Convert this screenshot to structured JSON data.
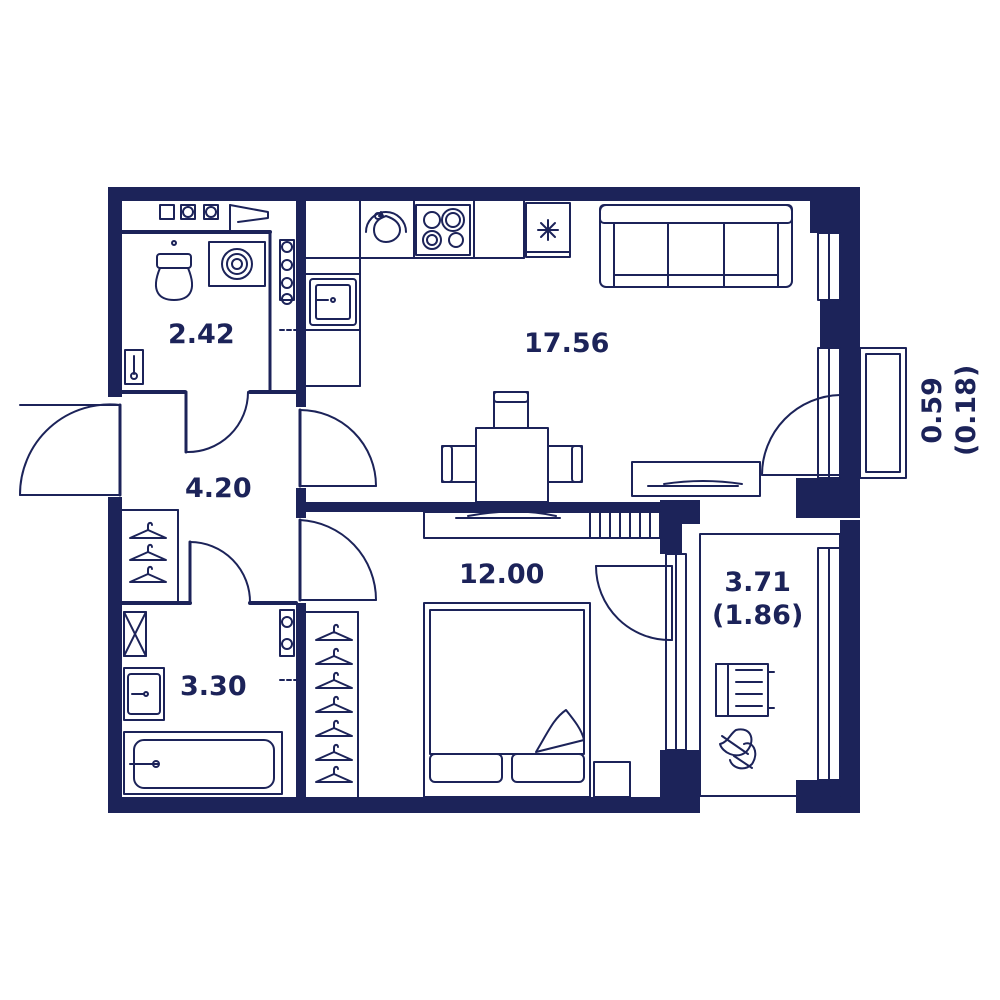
{
  "colors": {
    "wall": "#1c2359",
    "line": "#1c2359",
    "background": "#ffffff"
  },
  "rooms": [
    {
      "id": "toilet",
      "area": "2.42"
    },
    {
      "id": "kitchen-living",
      "area": "17.56"
    },
    {
      "id": "hallway",
      "area": "4.20"
    },
    {
      "id": "bedroom",
      "area": "12.00"
    },
    {
      "id": "bathroom",
      "area": "3.30"
    },
    {
      "id": "loggia",
      "area": "3.71",
      "reduced_area": "(1.86)"
    },
    {
      "id": "balcony",
      "area": "0.59",
      "reduced_area": "(0.18)"
    }
  ],
  "icons": [
    "toilet-icon",
    "washing-machine-icon",
    "water-heater-icon",
    "sink-icon",
    "stove-icon",
    "fridge-icon",
    "sofa-icon",
    "dining-table-icon",
    "chair-icon",
    "tv-stand-icon",
    "bed-icon",
    "radiator-icon",
    "hanger-icon",
    "bathtub-icon",
    "lounge-chair-icon",
    "plant-icon",
    "door-swing-icon",
    "window-icon"
  ]
}
